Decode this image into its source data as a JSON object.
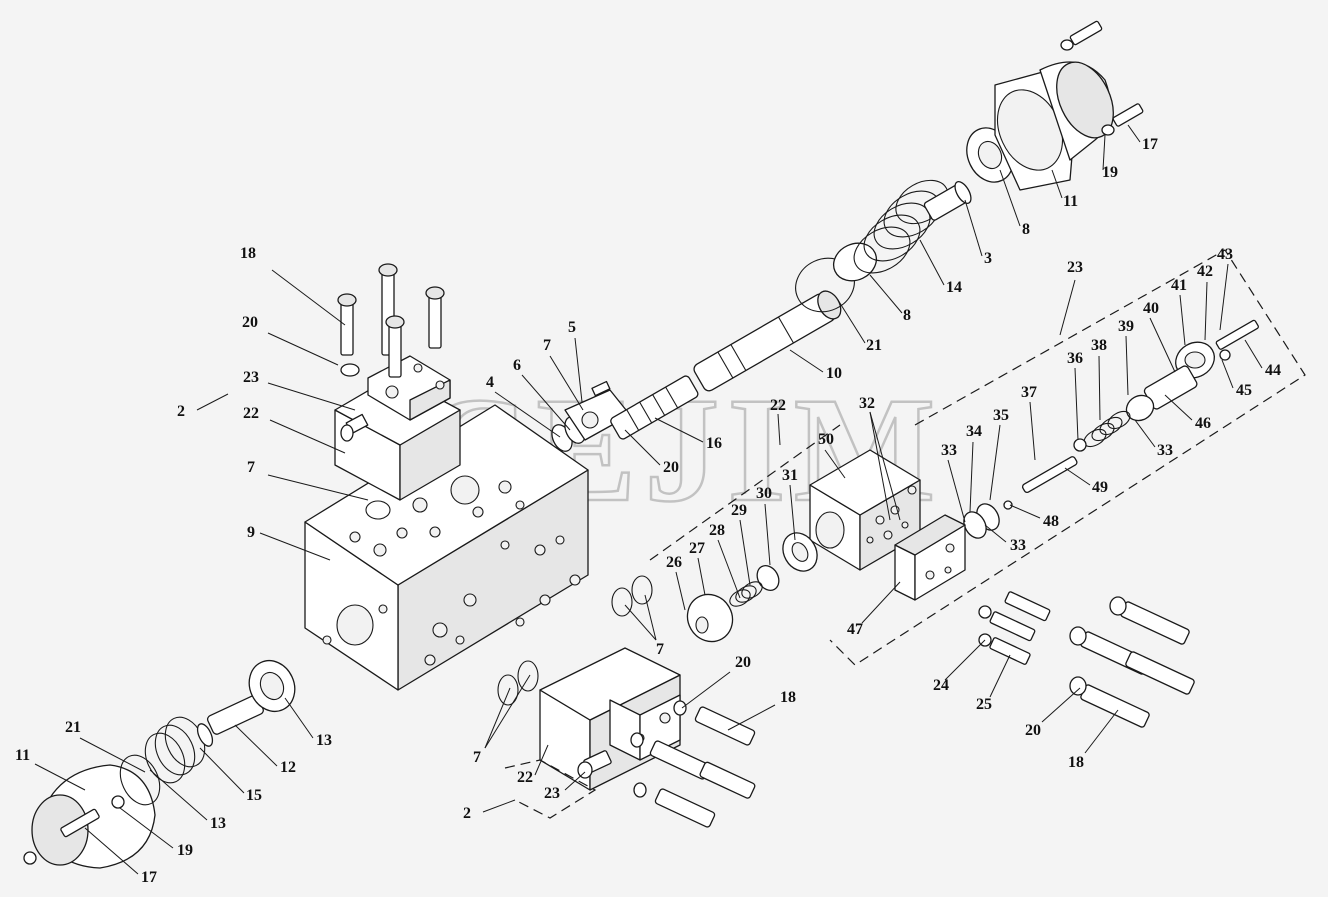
{
  "watermark": "CEJIM",
  "callouts": [
    {
      "text": "18"
    },
    {
      "text": "20"
    },
    {
      "text": "23"
    },
    {
      "text": "2"
    },
    {
      "text": "22"
    },
    {
      "text": "7"
    },
    {
      "text": "9"
    },
    {
      "text": "4"
    },
    {
      "text": "6"
    },
    {
      "text": "7"
    },
    {
      "text": "5"
    },
    {
      "text": "16"
    },
    {
      "text": "20"
    },
    {
      "text": "10"
    },
    {
      "text": "21"
    },
    {
      "text": "8"
    },
    {
      "text": "14"
    },
    {
      "text": "3"
    },
    {
      "text": "8"
    },
    {
      "text": "11"
    },
    {
      "text": "19"
    },
    {
      "text": "17"
    },
    {
      "text": "23"
    },
    {
      "text": "43"
    },
    {
      "text": "42"
    },
    {
      "text": "41"
    },
    {
      "text": "40"
    },
    {
      "text": "39"
    },
    {
      "text": "38"
    },
    {
      "text": "36"
    },
    {
      "text": "44"
    },
    {
      "text": "45"
    },
    {
      "text": "46"
    },
    {
      "text": "33"
    },
    {
      "text": "37"
    },
    {
      "text": "49"
    },
    {
      "text": "35"
    },
    {
      "text": "34"
    },
    {
      "text": "33"
    },
    {
      "text": "48"
    },
    {
      "text": "33"
    },
    {
      "text": "32"
    },
    {
      "text": "22"
    },
    {
      "text": "50"
    },
    {
      "text": "31"
    },
    {
      "text": "30"
    },
    {
      "text": "29"
    },
    {
      "text": "28"
    },
    {
      "text": "27"
    },
    {
      "text": "26"
    },
    {
      "text": "7"
    },
    {
      "text": "47"
    },
    {
      "text": "24"
    },
    {
      "text": "25"
    },
    {
      "text": "20"
    },
    {
      "text": "18"
    },
    {
      "text": "20"
    },
    {
      "text": "18"
    },
    {
      "text": "7"
    },
    {
      "text": "22"
    },
    {
      "text": "23"
    },
    {
      "text": "2"
    },
    {
      "text": "13"
    },
    {
      "text": "12"
    },
    {
      "text": "15"
    },
    {
      "text": "13"
    },
    {
      "text": "21"
    },
    {
      "text": "11"
    },
    {
      "text": "19"
    },
    {
      "text": "17"
    }
  ]
}
